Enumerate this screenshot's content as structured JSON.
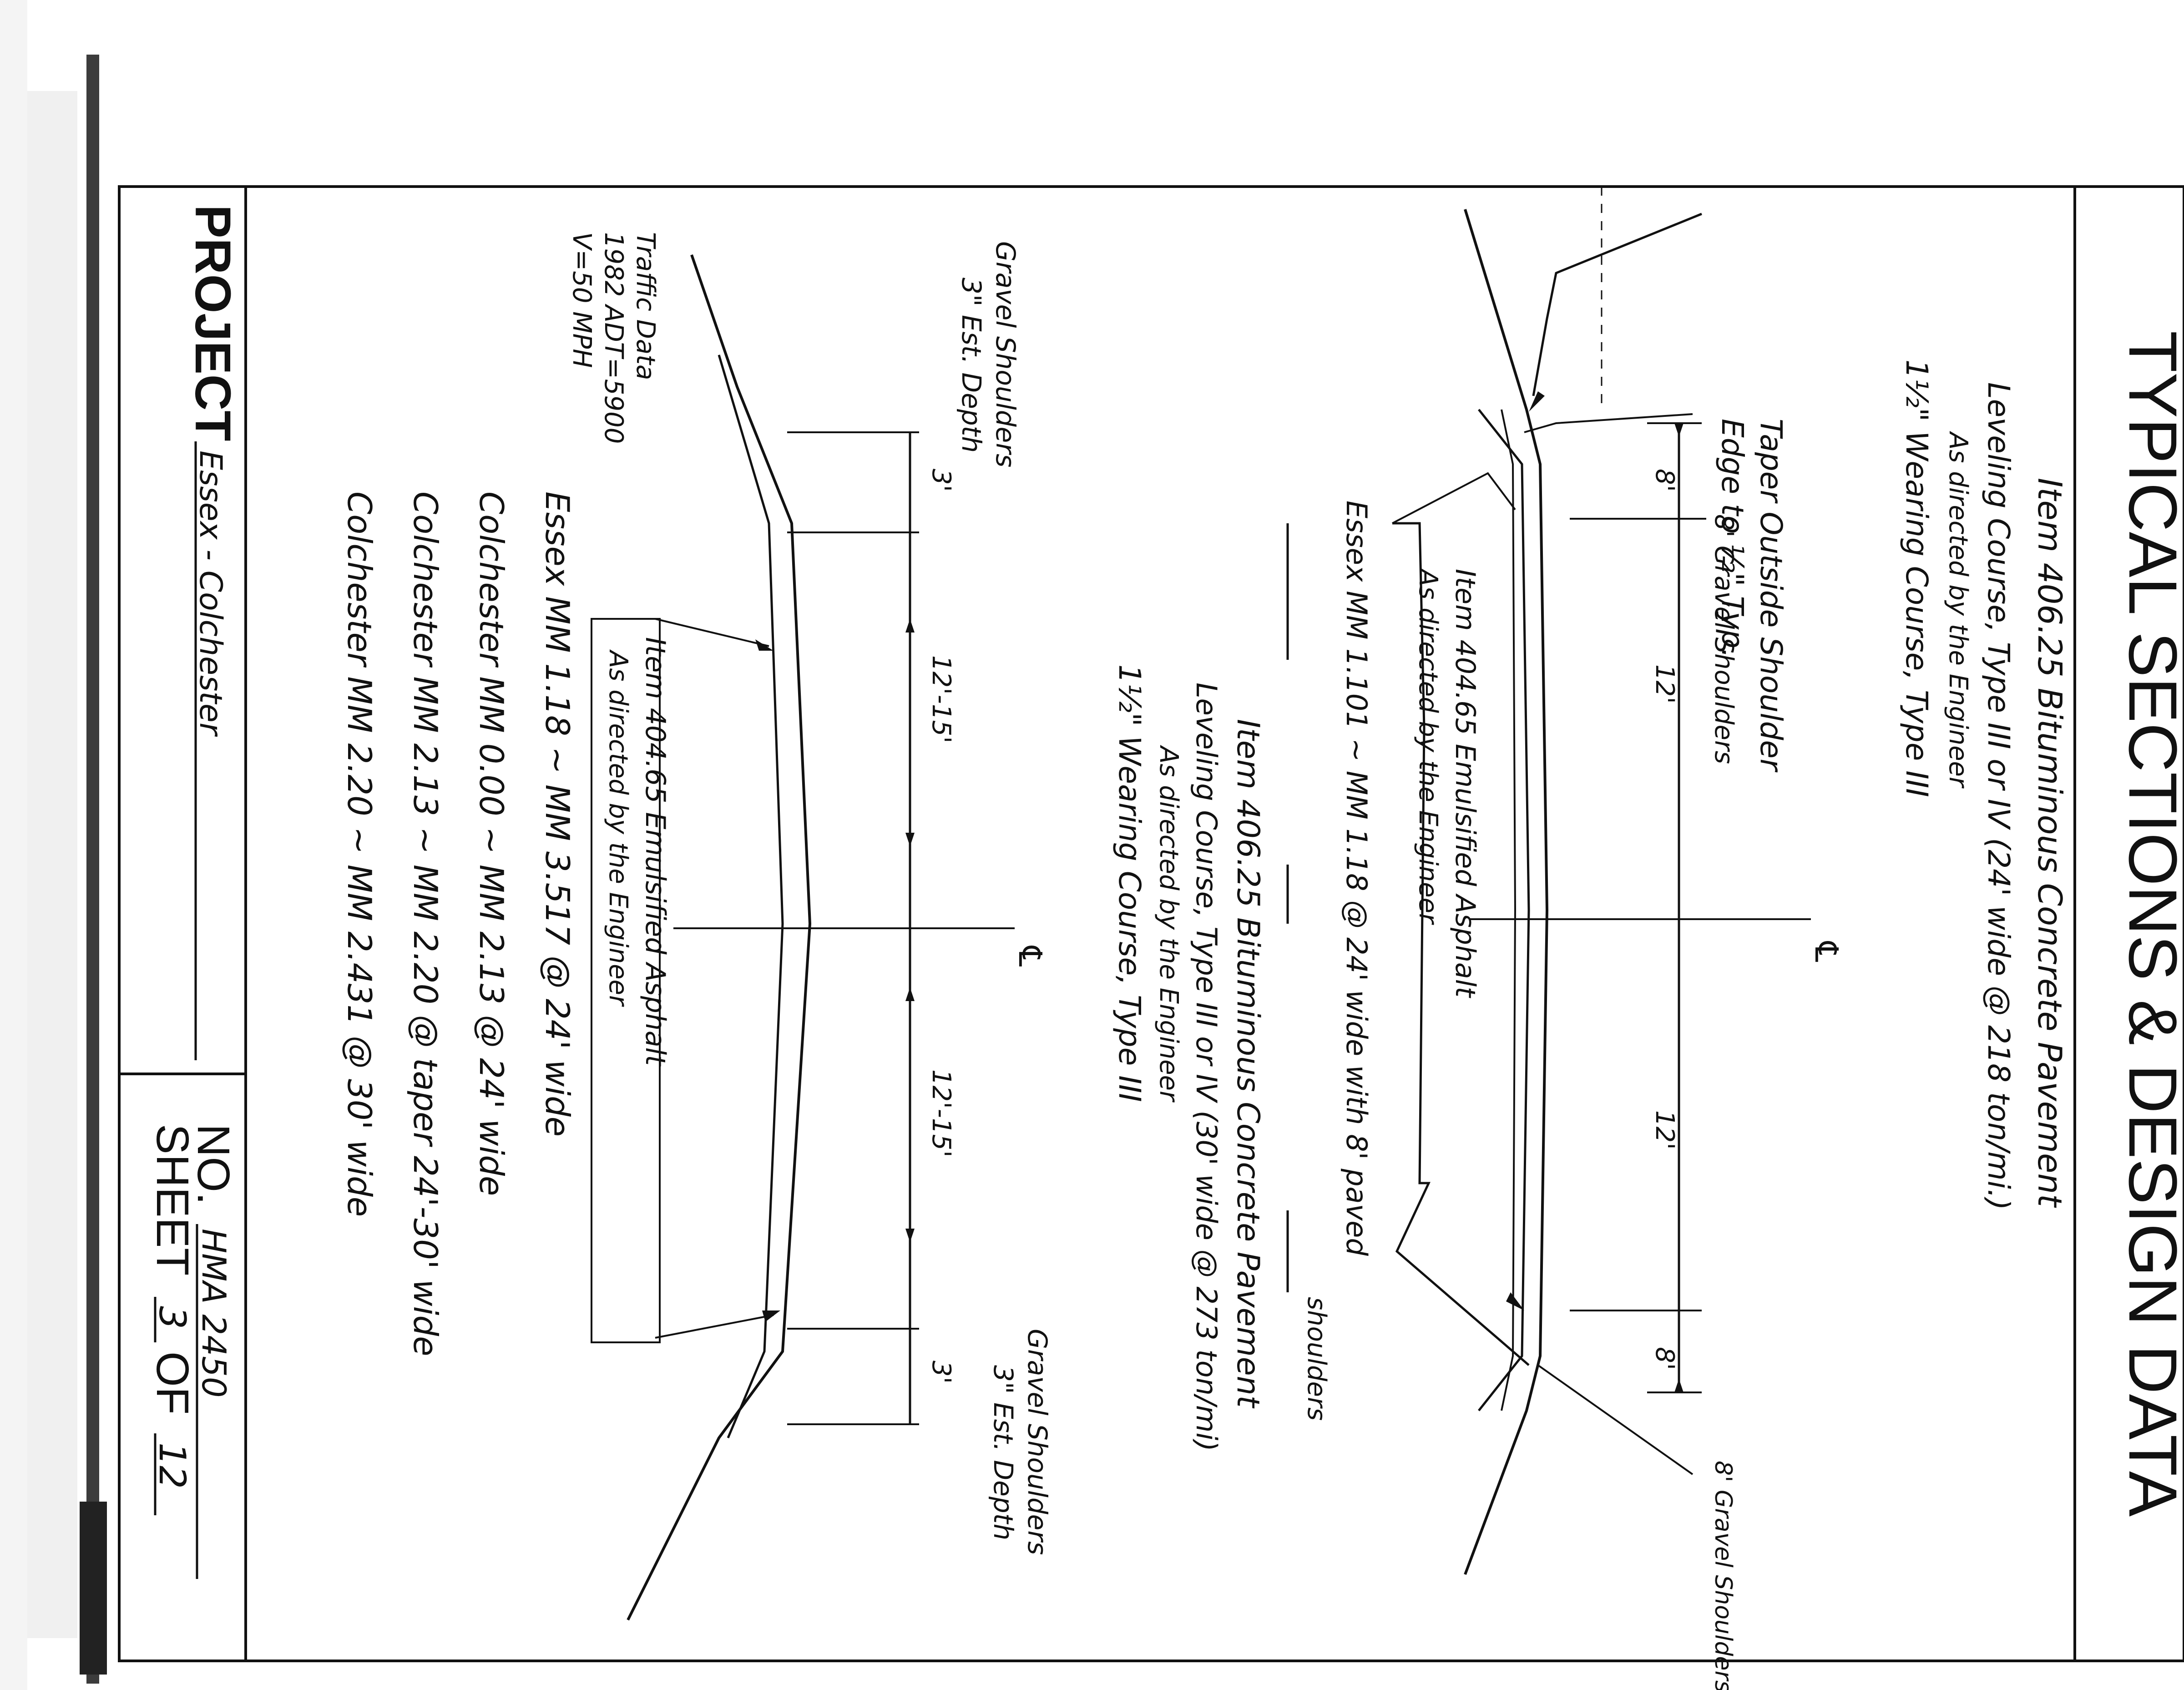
{
  "sheet": {
    "title": "TYPICAL SECTIONS & DESIGN DATA",
    "project_label": "PROJECT",
    "project_value": "Essex - Colchester",
    "no_label": "NO.",
    "no_value": "HMA 2450",
    "sheet_label": "SHEET",
    "sheet_number": "3",
    "of_label": "OF",
    "sheet_total": "12"
  },
  "top_notes": [
    "Item 406.25 Bituminous Concrete Pavement",
    "Leveling Course, Type III or IV (24' wide @ 218 ton/mi.)",
    "As directed by the Engineer",
    "1½\" Wearing Course, Type III"
  ],
  "section_1": {
    "taper_note_1": "Taper Outside Shoulder",
    "taper_note_2": "Edge to ½\" Typ.",
    "shoulder_left": "8' Gravel Shoulders",
    "shoulder_right": "8' Gravel Shoulders",
    "dims": [
      "8'",
      "12'",
      "12'",
      "8'"
    ],
    "emulsified_1": "Item 404.65 Emulsified Asphalt",
    "emulsified_2": "As directed by the Engineer",
    "limits": "Essex MM 1.101 ~ MM 1.18 @ 24' wide with 8' paved",
    "limits_2": "shoulders",
    "centerline": "℄"
  },
  "section_2": {
    "notes": [
      "Item 406.25 Bituminous Concrete Pavement",
      "Leveling Course, Type III or IV (30' wide @ 273 ton/mi)",
      "As directed by the Engineer",
      "1½\" Wearing Course, Type III"
    ],
    "gravel_left_1": "Gravel Shoulders",
    "gravel_left_2": "3\" Est. Depth",
    "gravel_right_1": "Gravel Shoulders",
    "gravel_right_2": "3\" Est. Depth",
    "dims": [
      "3'",
      "12'-15'",
      "12'-15'",
      "3'"
    ],
    "emulsified_1": "Item 404.65 Emulsified Asphalt",
    "emulsified_2": "As directed by the Engineer",
    "centerline": "℄"
  },
  "traffic": {
    "line_1": "Traffic Data",
    "line_2": "1982 ADT=5900",
    "line_3": "V=50 MPH"
  },
  "limits_list": [
    "Essex MM 1.18 ~ MM 3.517 @ 24' wide",
    "Colchester MM 0.00 ~ MM 2.13 @ 24' wide",
    "Colchester MM 2.13 ~ MM 2.20 @ taper 24'-30' wide",
    "Colchester MM 2.20 ~ MM 2.431 @ 30' wide"
  ]
}
